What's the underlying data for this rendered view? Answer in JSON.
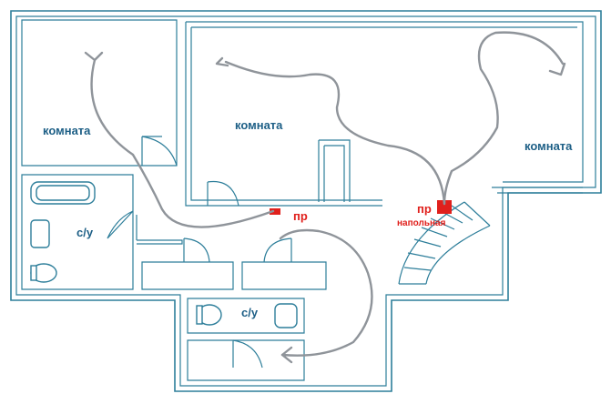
{
  "labels": {
    "room_left": "комната",
    "room_center": "комната",
    "room_right": "комната",
    "bath_left": "с/у",
    "bath_bottom": "с/у",
    "vent_wall": "пр",
    "vent_floor": "пр",
    "vent_floor_sub": "напольная"
  },
  "colors": {
    "walls": "#2d7e9a",
    "airflow": "#8f949a",
    "vent": "#e0201c",
    "label": "#1d5f86"
  }
}
